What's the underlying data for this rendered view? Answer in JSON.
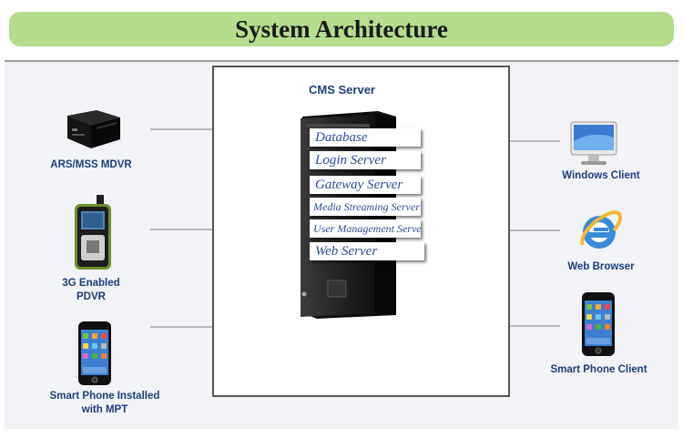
{
  "title": "System Architecture",
  "server": {
    "label": "CMS Server",
    "services": [
      "Database",
      "Login Server",
      "Gateway Server",
      "Media Streaming Server",
      "User Management Server",
      "Web Server"
    ]
  },
  "left_devices": [
    {
      "label_line1": "ARS/MSS MDVR",
      "label_line2": "",
      "icon": "mdvr-icon"
    },
    {
      "label_line1": "3G Enabled",
      "label_line2": "PDVR",
      "icon": "pdvr-icon"
    },
    {
      "label_line1": "Smart Phone Installed",
      "label_line2": "with MPT",
      "icon": "smartphone-icon"
    }
  ],
  "right_devices": [
    {
      "label": "Windows Client",
      "icon": "desktop-monitor-icon"
    },
    {
      "label": "Web Browser",
      "icon": "internet-explorer-icon"
    },
    {
      "label": "Smart Phone Client",
      "icon": "smartphone-icon"
    }
  ],
  "colors": {
    "banner": "#b6dc8d",
    "label_text": "#1f3f7a",
    "service_text": "#2a4f9a",
    "background": "#f1f3f7"
  }
}
